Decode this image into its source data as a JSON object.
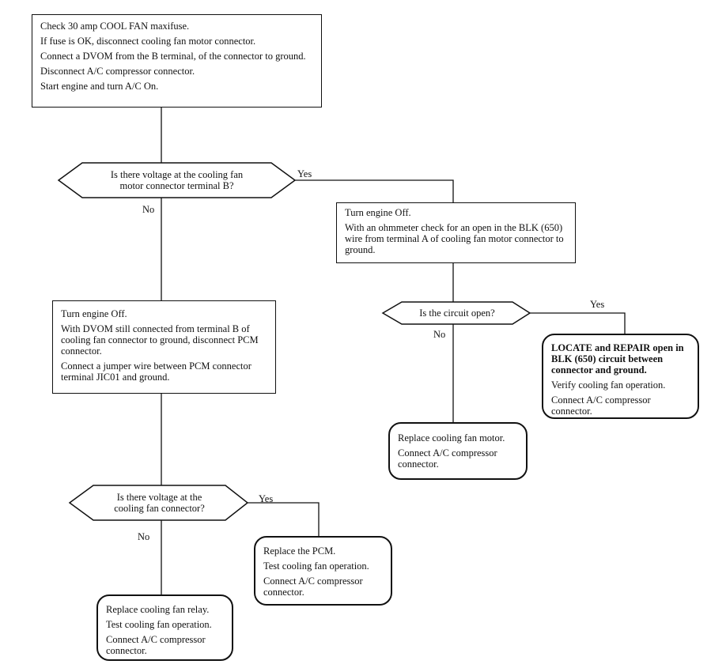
{
  "start_box": {
    "lines": [
      "Check 30 amp COOL FAN maxifuse.",
      "If fuse is OK, disconnect cooling fan motor connector.",
      "Connect a DVOM from the B terminal, of the connector to ground.",
      "Disconnect A/C compressor connector.",
      "Start engine and turn A/C On."
    ]
  },
  "decision_1": {
    "line1": "Is there voltage at the cooling fan",
    "line2": "motor connector terminal B?",
    "yes": "Yes",
    "no": "No"
  },
  "ohm_box": {
    "lines": [
      "Turn engine Off.",
      "With an ohmmeter check for an open in the BLK (650) wire from terminal A of cooling fan motor connector to ground."
    ]
  },
  "decision_2": {
    "line1": "Is the circuit open?",
    "yes": "Yes",
    "no": "No"
  },
  "repair_box": {
    "lines": [
      "LOCATE and REPAIR open in BLK (650) circuit between connector and ground.",
      "Verify cooling fan operation.",
      "Connect A/C compressor connector."
    ]
  },
  "motor_box": {
    "lines": [
      "Replace cooling fan motor.",
      "Connect A/C compressor connector."
    ]
  },
  "pcm_check_box": {
    "lines": [
      "Turn engine Off.",
      "With DVOM still connected from terminal B of cooling fan connector to ground, disconnect PCM connector.",
      "Connect a jumper wire between PCM connector terminal JIC01 and ground."
    ]
  },
  "decision_3": {
    "line1": "Is there voltage at the",
    "line2": "cooling fan connector?",
    "yes": "Yes",
    "no": "No"
  },
  "pcm_box": {
    "lines": [
      "Replace the PCM.",
      "Test cooling fan operation.",
      "Connect A/C compressor connector."
    ]
  },
  "relay_box": {
    "lines": [
      "Replace cooling fan relay.",
      "Test cooling fan operation.",
      "Connect A/C compressor connector."
    ]
  }
}
